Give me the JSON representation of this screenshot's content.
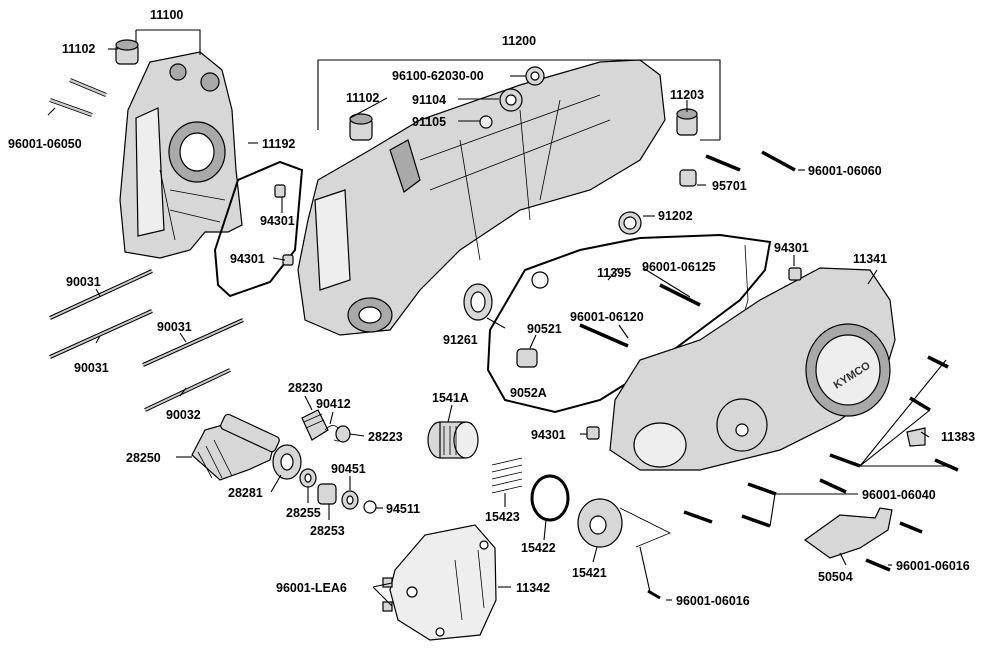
{
  "labels": {
    "l11100": "11100",
    "l11102a": "11102",
    "l96001_06050": "96001-06050",
    "l11192": "11192",
    "l94301a": "94301",
    "l94301b": "94301",
    "l11200": "11200",
    "l96100": "96100-62030-00",
    "l11102b": "11102",
    "l91104": "91104",
    "l91105": "91105",
    "l11203": "11203",
    "l96001_06060": "96001-06060",
    "l95701": "95701",
    "l91202": "91202",
    "l94301c": "94301",
    "l11341": "11341",
    "l11395": "11395",
    "l96001_06125": "96001-06125",
    "l96001_06120": "96001-06120",
    "l90521": "90521",
    "l9052A": "9052A",
    "l91261": "91261",
    "l90031a": "90031",
    "l90031b": "90031",
    "l90031c": "90031",
    "l90032": "90032",
    "l28230": "28230",
    "l90412": "90412",
    "l28223": "28223",
    "l1541A": "1541A",
    "l28250": "28250",
    "l28281": "28281",
    "l90451": "90451",
    "l94511": "94511",
    "l28255": "28255",
    "l28253": "28253",
    "l15423": "15423",
    "l15422": "15422",
    "l15421": "15421",
    "l94301d": "94301",
    "l11383": "11383",
    "l96001_06040": "96001-06040",
    "l50504": "50504",
    "l96001_06016a": "96001-06016",
    "l96001_06016b": "96001-06016",
    "l96001_LEA6": "96001-LEA6",
    "l11342": "11342"
  },
  "cover_logo": "KYMCO"
}
